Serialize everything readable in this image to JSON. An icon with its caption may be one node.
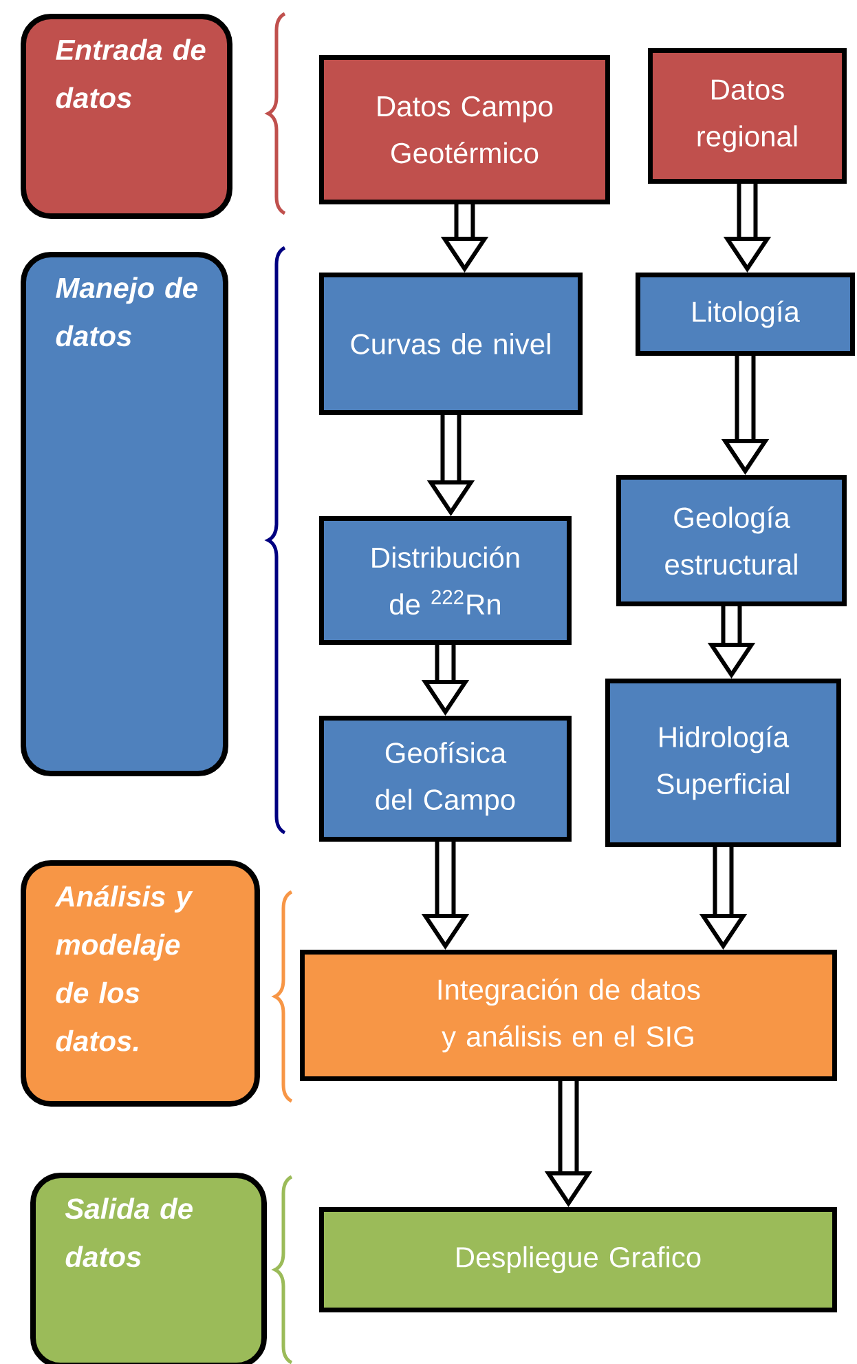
{
  "diagram": {
    "nodes": [
      {
        "text": [
          "Entrada de datos"
        ]
      },
      {
        "text": [
          "Datos Campo Geotérmico"
        ]
      },
      {
        "text": [
          "Datos regional"
        ]
      },
      {
        "text": [
          "Manejo de datos"
        ]
      },
      {
        "text": [
          "Curvas de nivel"
        ]
      },
      {
        "text": [
          "Litología"
        ]
      },
      {
        "text": [
          "Distribución de $^{222}$Rn"
        ]
      },
      {
        "text": [
          "Geología estructural"
        ]
      },
      {
        "text": [
          "Geofísica del Campo"
        ]
      },
      {
        "text": [
          "Hidrología Superficial"
        ]
      },
      {
        "text": [
          "Análisis y modelaje de los datos."
        ]
      },
      {
        "text": [
          "Integración de datos y análisis en el SIG"
        ]
      },
      {
        "text": [
          "Salida de datos"
        ]
      },
      {
        "text": [
          "Despliegue Grafico"
        ]
      }
    ],
    "edges": [
      {
        "from": 1,
        "to": 4,
        "arrow": "to"
      },
      {
        "from": 2,
        "to": 5,
        "arrow": "to"
      },
      {
        "from": 4,
        "to": 6,
        "arrow": "to"
      },
      {
        "from": 5,
        "to": 7,
        "arrow": "to"
      },
      {
        "from": 6,
        "to": 8,
        "arrow": "to"
      },
      {
        "from": 7,
        "to": 9,
        "arrow": "to"
      },
      {
        "from": 8,
        "to": 11,
        "arrow": "to"
      },
      {
        "from": 9,
        "to": 11,
        "arrow": "to"
      },
      {
        "from": 11,
        "to": 13,
        "arrow": "to"
      }
    ]
  }
}
